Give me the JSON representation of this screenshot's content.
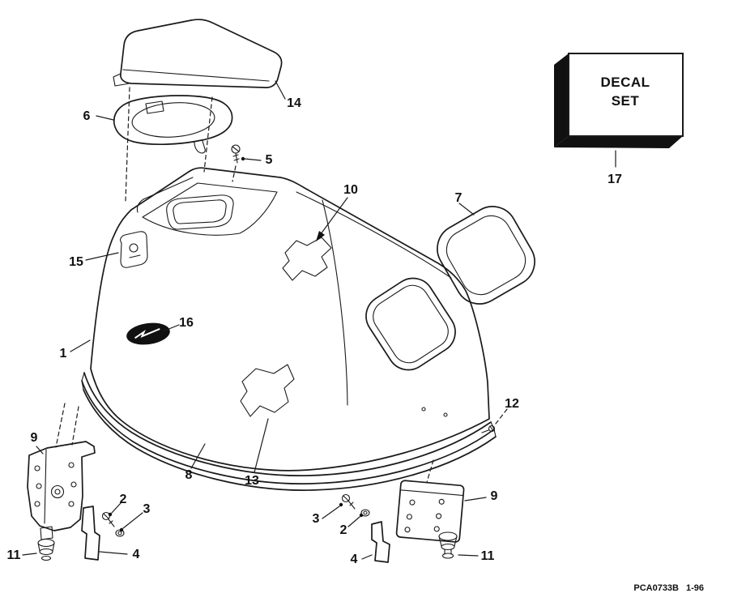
{
  "diagram": {
    "background": "#ffffff",
    "line_color": "#1a1a1a",
    "decal_box": {
      "line1": "DECAL",
      "line2": "SET"
    },
    "footer": {
      "code": "PCA0733B",
      "revision": "1-96"
    },
    "callouts": [
      {
        "label": "14"
      },
      {
        "label": "6"
      },
      {
        "label": "5"
      },
      {
        "label": "10"
      },
      {
        "label": "7"
      },
      {
        "label": "17"
      },
      {
        "label": "15"
      },
      {
        "label": "16"
      },
      {
        "label": "1"
      },
      {
        "label": "12"
      },
      {
        "label": "9"
      },
      {
        "label": "8"
      },
      {
        "label": "13"
      },
      {
        "label": "2"
      },
      {
        "label": "3"
      },
      {
        "label": "3"
      },
      {
        "label": "2"
      },
      {
        "label": "9"
      },
      {
        "label": "4"
      },
      {
        "label": "4"
      },
      {
        "label": "11"
      },
      {
        "label": "11"
      }
    ]
  }
}
